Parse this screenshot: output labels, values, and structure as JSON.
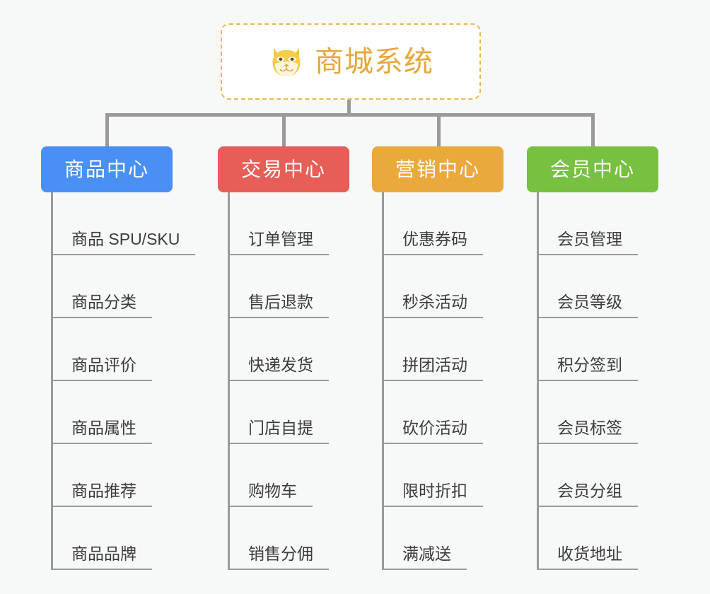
{
  "root": {
    "title": "商城系统",
    "logo_icon": "shiba-dog-face-icon",
    "border_color": "#f0b64b",
    "title_color": "#e5a73e"
  },
  "connector_color": "#9a9a9a",
  "background_color": "#f7f8f8",
  "branches": [
    {
      "label": "商品中心",
      "color": "#4a90f4",
      "items": [
        "商品 SPU/SKU",
        "商品分类",
        "商品评价",
        "商品属性",
        "商品推荐",
        "商品品牌"
      ]
    },
    {
      "label": "交易中心",
      "color": "#e75e59",
      "items": [
        "订单管理",
        "售后退款",
        "快递发货",
        "门店自提",
        "购物车",
        "销售分佣"
      ]
    },
    {
      "label": "营销中心",
      "color": "#eaa93c",
      "items": [
        "优惠券码",
        "秒杀活动",
        "拼团活动",
        "砍价活动",
        "限时折扣",
        "满减送"
      ]
    },
    {
      "label": "会员中心",
      "color": "#77c council",
      "items": [
        "会员管理",
        "会员等级",
        "积分签到",
        "会员标签",
        "会员分组",
        "收货地址"
      ]
    }
  ]
}
